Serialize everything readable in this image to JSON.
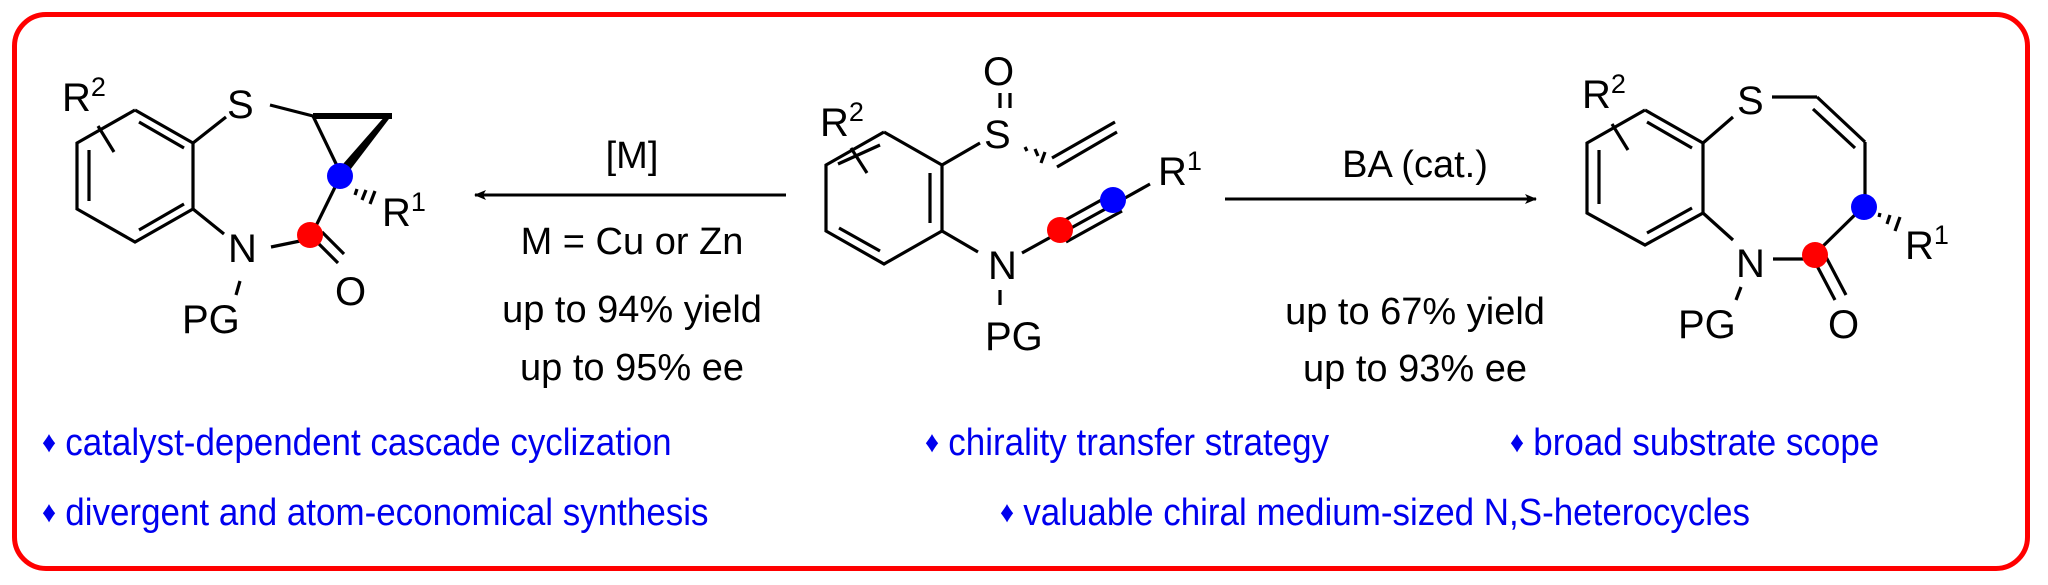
{
  "colors": {
    "frame": "#ff0000",
    "feature_text": "#0000ee",
    "marker_red": "#ff0000",
    "marker_blue": "#0000ff",
    "structure": "#000000"
  },
  "labels": {
    "R1": "R",
    "R1_sup": "1",
    "R2": "R",
    "R2_sup": "2",
    "S": "S",
    "N": "N",
    "O": "O",
    "PG": "PG"
  },
  "left_reaction": {
    "reagent": "[M]",
    "condition": "M = Cu or Zn",
    "yield": "up to 94% yield",
    "ee": "up to 95% ee",
    "direction": "left"
  },
  "right_reaction": {
    "reagent": "BA (cat.)",
    "yield": "up to 67% yield",
    "ee": "up to 93% ee",
    "direction": "right"
  },
  "structures": {
    "left_product": "cyclopropane-fused benzothiazepinone",
    "substrate": "ynamide vinyl sulfoxide",
    "right_product": "benzothiazocinone"
  },
  "features": {
    "bullet_icon": "diamond-icon",
    "bullet": "♦",
    "row1": [
      "catalyst-dependent cascade cyclization",
      "chirality transfer strategy",
      "broad substrate scope"
    ],
    "row2": [
      "divergent and atom-economical synthesis",
      "valuable chiral medium-sized N,S-heterocycles"
    ]
  }
}
